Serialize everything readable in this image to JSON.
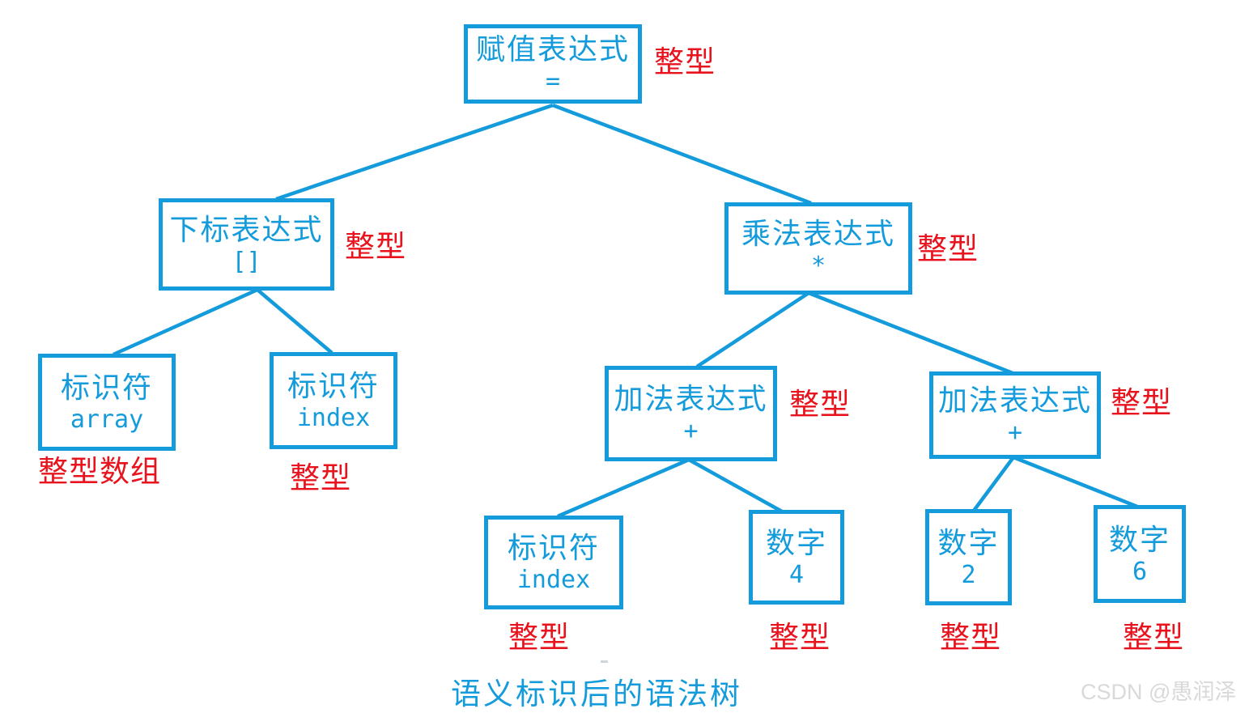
{
  "diagram": {
    "caption": "语义标识后的语法树",
    "watermark": "CSDN @愚润泽",
    "colors": {
      "node_blue": "#149bdb",
      "type_red": "#e8131d",
      "watermark_gray": "#d9d9d9"
    },
    "nodes": {
      "assign": {
        "title": "赋值表达式",
        "symbol": "=",
        "type": "整型"
      },
      "subscript": {
        "title": "下标表达式",
        "symbol": "[]",
        "type": "整型"
      },
      "multiply": {
        "title": "乘法表达式",
        "symbol": "*",
        "type": "整型"
      },
      "id_array": {
        "title": "标识符",
        "symbol": "array",
        "type": "整型数组"
      },
      "id_index": {
        "title": "标识符",
        "symbol": "index",
        "type": "整型"
      },
      "add_left": {
        "title": "加法表达式",
        "symbol": "+",
        "type": "整型"
      },
      "add_right": {
        "title": "加法表达式",
        "symbol": "+",
        "type": "整型"
      },
      "id_index2": {
        "title": "标识符",
        "symbol": "index",
        "type": "整型"
      },
      "num_4": {
        "title": "数字",
        "symbol": "4",
        "type": "整型"
      },
      "num_2": {
        "title": "数字",
        "symbol": "2",
        "type": "整型"
      },
      "num_6": {
        "title": "数字",
        "symbol": "6",
        "type": "整型"
      }
    }
  }
}
